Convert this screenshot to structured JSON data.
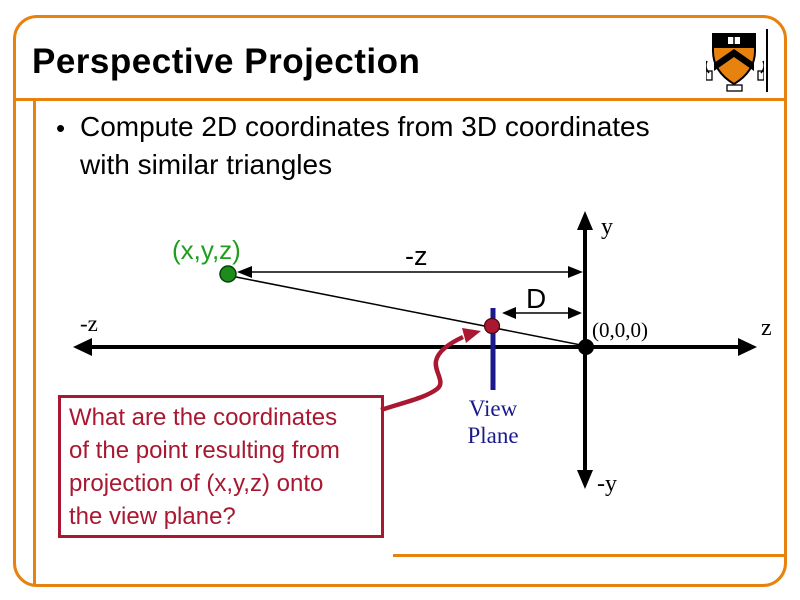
{
  "slide_title": "Perspective Projection",
  "bullet": {
    "marker": "•",
    "line1": "Compute 2D coordinates from 3D coordinates",
    "line2": "with similar triangles"
  },
  "diagram": {
    "point_label": "(x,y,z)",
    "distance_z_label": "-z",
    "distance_d_label": "D",
    "origin_label": "(0,0,0)",
    "axis_y_pos": "y",
    "axis_y_neg": "-y",
    "axis_z_pos": "z",
    "axis_z_neg": "-z",
    "view_plane_line1": "View",
    "view_plane_line2": "Plane"
  },
  "question_box": {
    "line1": "What are the coordinates",
    "line2": "of the point resulting from",
    "line3": "projection of (x,y,z) onto",
    "line4": "the view plane?"
  },
  "colors": {
    "frame_orange": "#E8820E",
    "crimson": "#A91731",
    "navy_view_plane": "#1A1A8C",
    "green_point": "#1C8C1C",
    "green_text": "#1E9E1E",
    "axis_black": "#000000"
  },
  "logo": {
    "name": "princeton-shield"
  }
}
